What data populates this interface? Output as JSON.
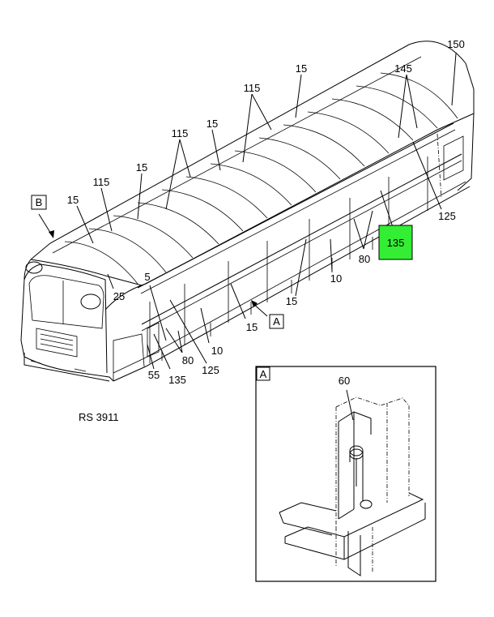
{
  "diagram": {
    "reference_code": "RS 3911",
    "highlight_color": "#33ee33",
    "view_markers": {
      "a": "A",
      "b": "B"
    },
    "detail_view": {
      "marker": "A",
      "part_label": "60"
    },
    "highlighted_part": "135",
    "callouts": {
      "c150": "150",
      "c145": "145",
      "c125_top": "125",
      "c15_top": "15",
      "c115_mid": "115",
      "c15_mid": "15",
      "c115_left": "115",
      "c15_b": "15",
      "c115_far": "115",
      "c15_far": "15",
      "c25": "25",
      "c5": "5",
      "c80_right": "80",
      "c10_right": "10",
      "c15_lower": "15",
      "c15_bottom": "15",
      "c10_bottom": "10",
      "c80_left": "80",
      "c125_bottom": "125",
      "c135_bottom": "135",
      "c55": "55"
    }
  }
}
